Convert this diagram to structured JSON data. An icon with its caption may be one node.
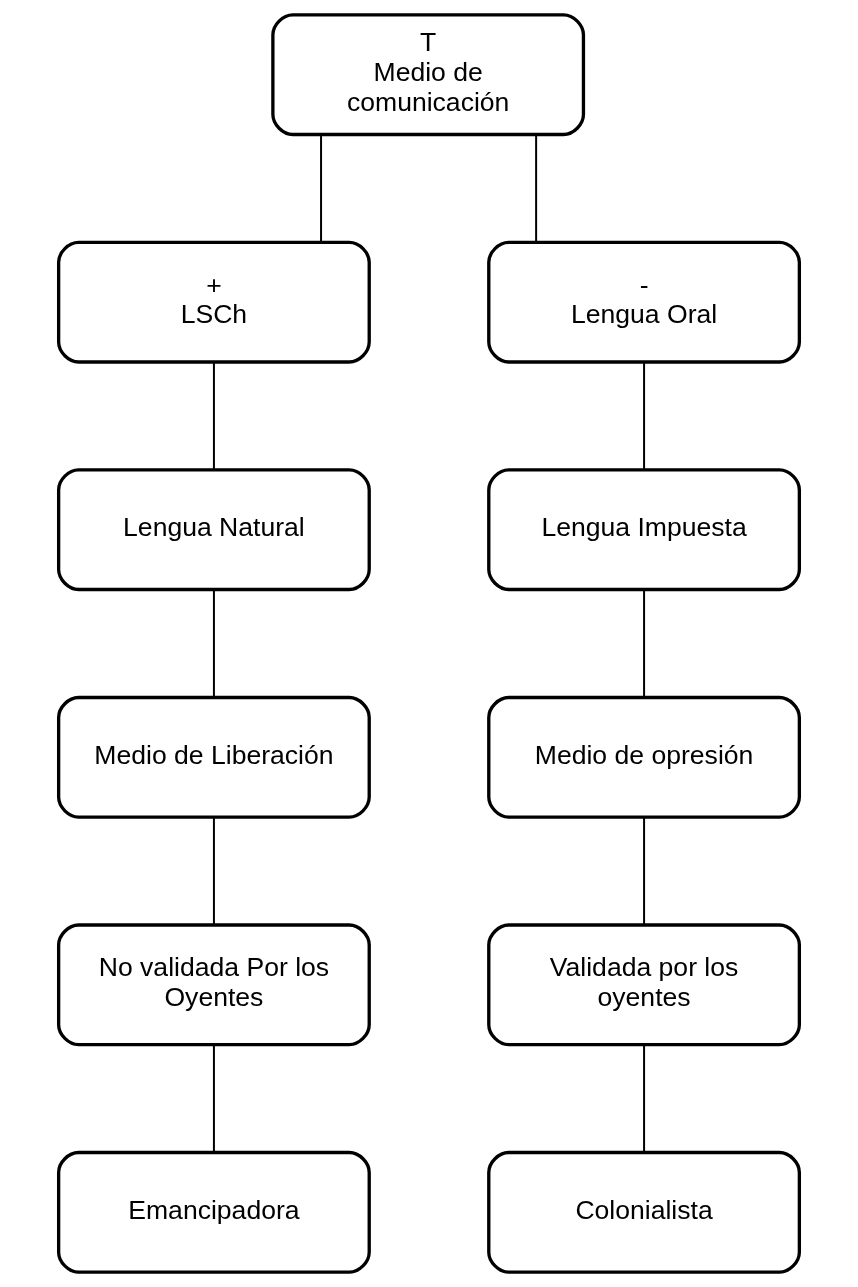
{
  "diagram": {
    "nodes": [
      {
        "text": [
          "T",
          "Medio de comunicación"
        ]
      },
      {
        "text": [
          "+",
          "LSCh"
        ]
      },
      {
        "text": [
          "-",
          "Lengua Oral"
        ]
      },
      {
        "text": [
          "Lengua Natural"
        ]
      },
      {
        "text": [
          "Lengua Impuesta"
        ]
      },
      {
        "text": [
          "Medio de Liberación"
        ]
      },
      {
        "text": [
          "Medio de opresión"
        ]
      },
      {
        "text": [
          "No validada Por los Oyentes"
        ]
      },
      {
        "text": [
          "Validada por los oyentes"
        ]
      },
      {
        "text": [
          "Emancipadora"
        ]
      },
      {
        "text": [
          "Colonialista"
        ]
      }
    ],
    "edges": [
      {
        "from": 0,
        "to": 1,
        "arrow": "none"
      },
      {
        "from": 0,
        "to": 2,
        "arrow": "none"
      },
      {
        "from": 1,
        "to": 3,
        "arrow": "none"
      },
      {
        "from": 2,
        "to": 4,
        "arrow": "none"
      },
      {
        "from": 3,
        "to": 5,
        "arrow": "none"
      },
      {
        "from": 4,
        "to": 6,
        "arrow": "none"
      },
      {
        "from": 5,
        "to": 7,
        "arrow": "none"
      },
      {
        "from": 6,
        "to": 8,
        "arrow": "none"
      },
      {
        "from": 7,
        "to": 9,
        "arrow": "none"
      },
      {
        "from": 8,
        "to": 10,
        "arrow": "none"
      }
    ]
  }
}
